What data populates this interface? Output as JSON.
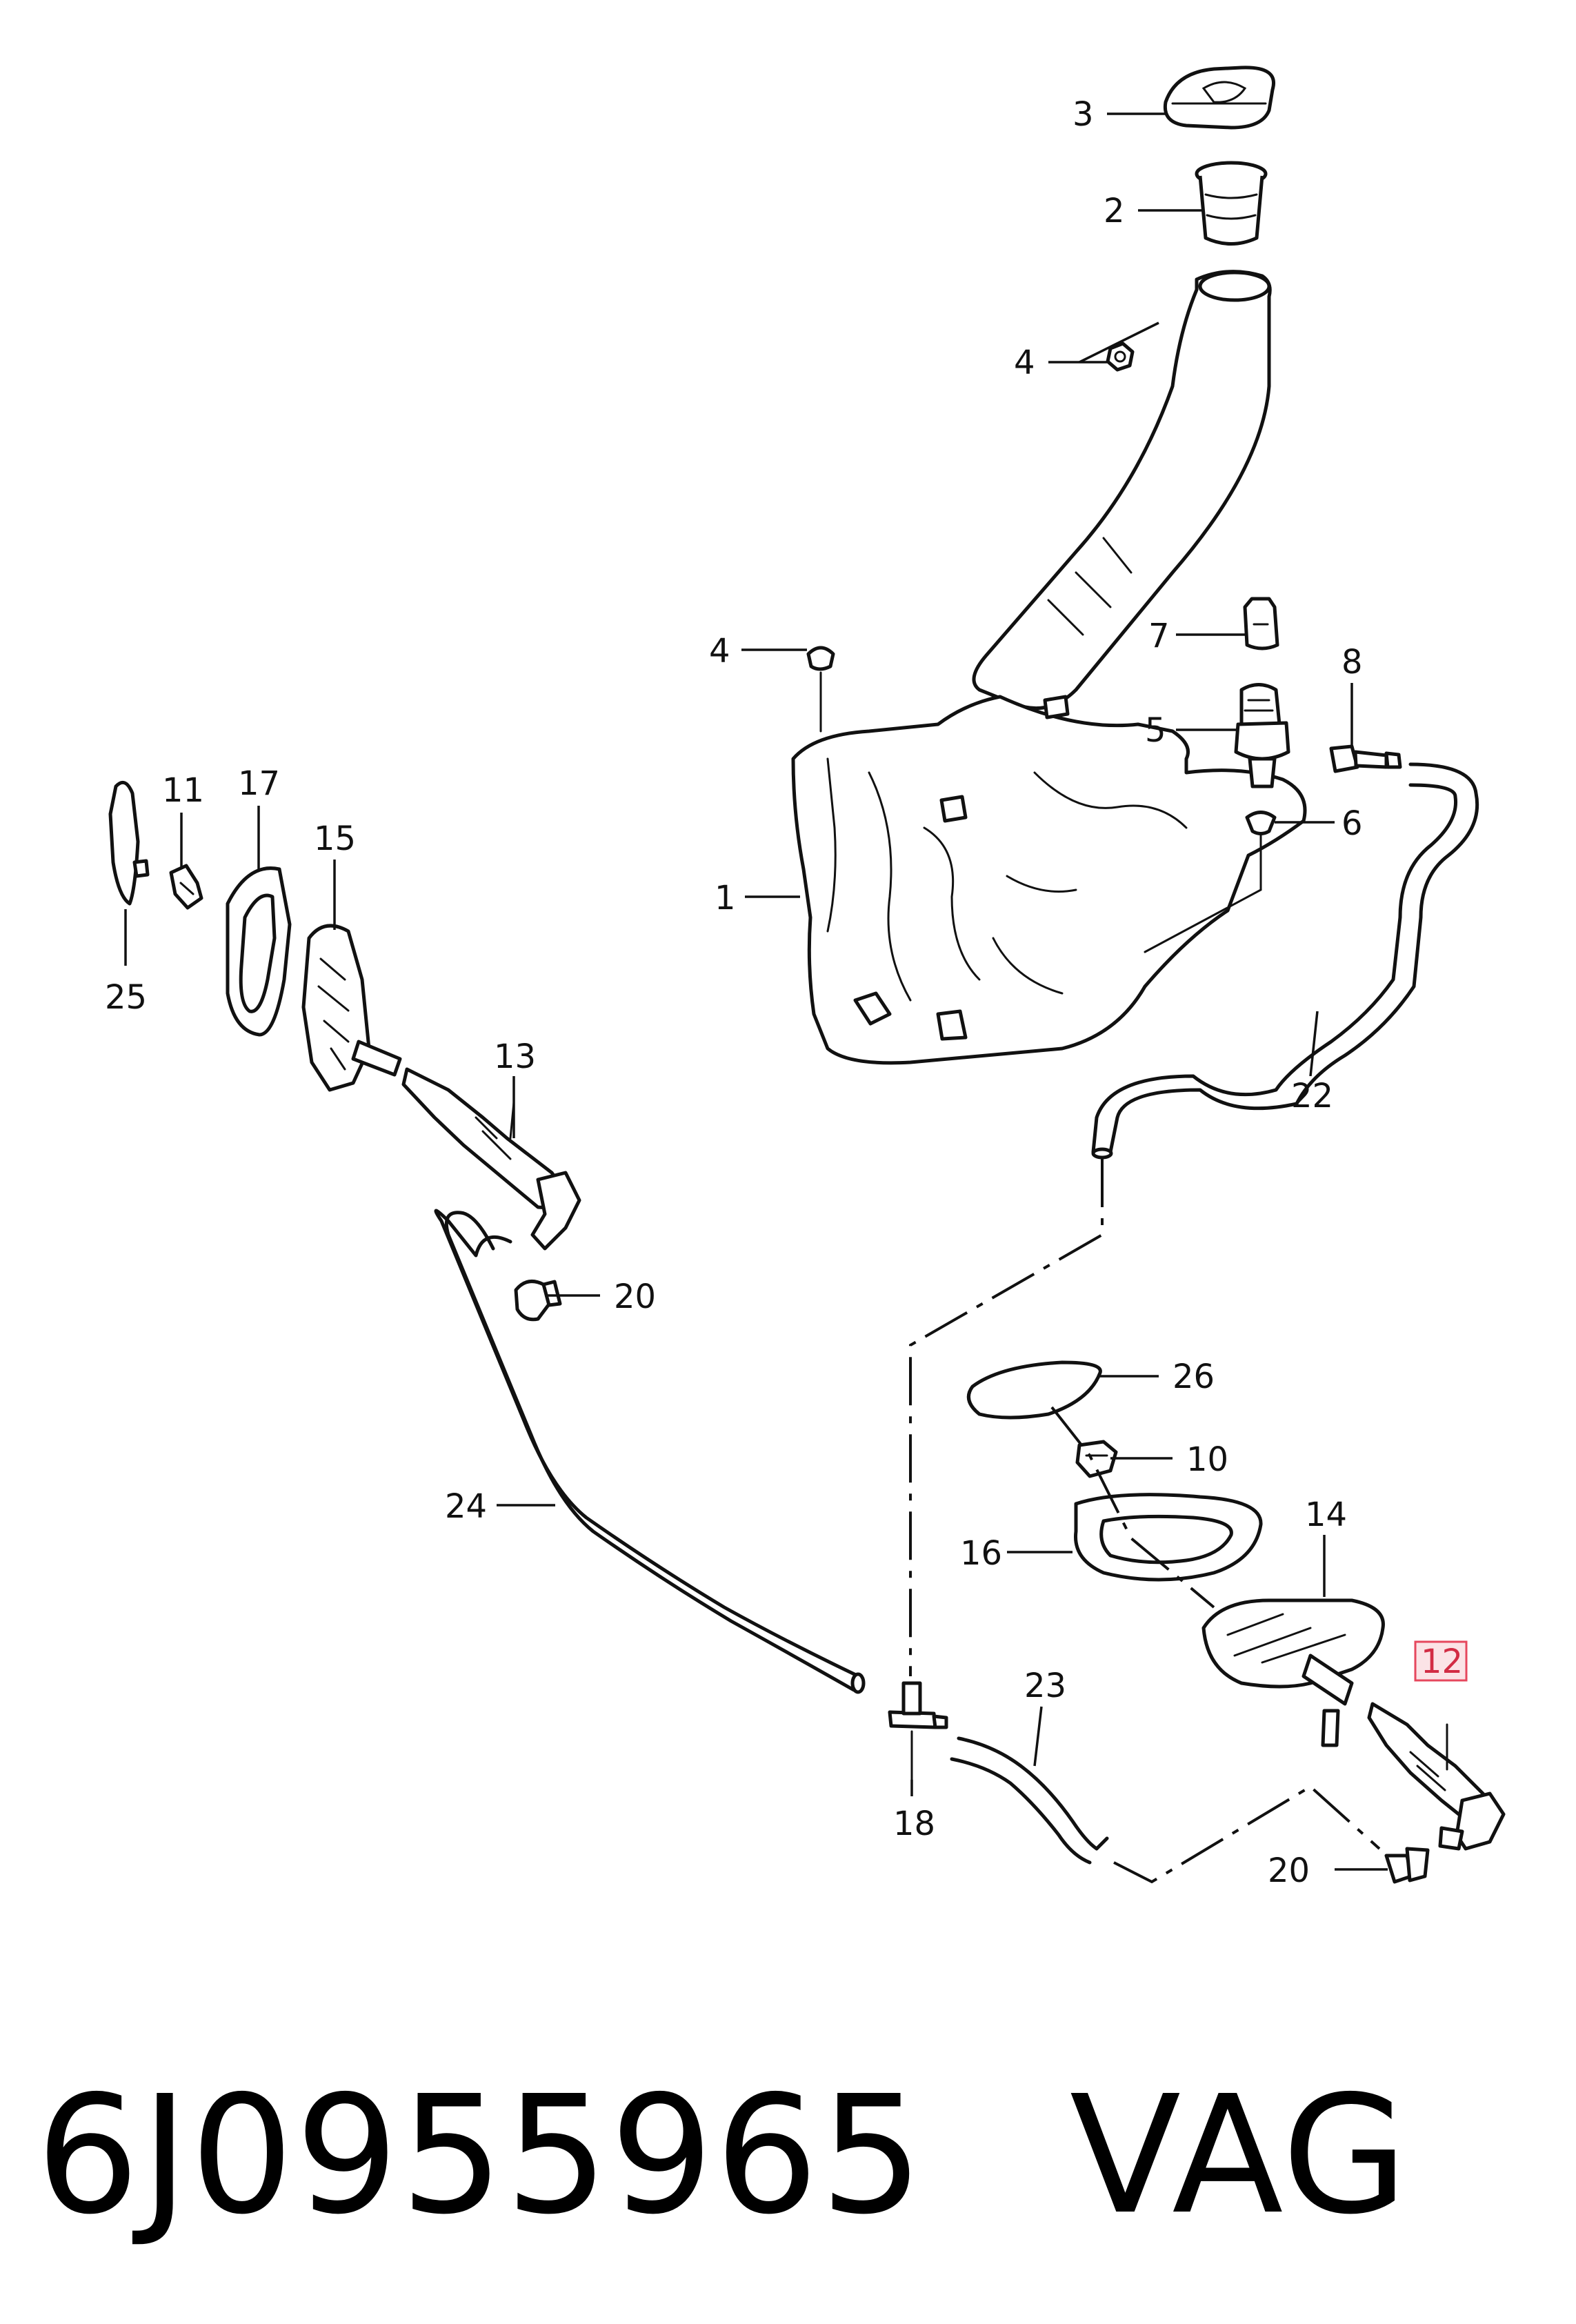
{
  "callouts": {
    "c1": "1",
    "c2": "2",
    "c3": "3",
    "c4a": "4",
    "c4b": "4",
    "c5": "5",
    "c6": "6",
    "c7": "7",
    "c8": "8",
    "c10": "10",
    "c11": "11",
    "c12": "12",
    "c13": "13",
    "c14": "14",
    "c15": "15",
    "c16": "16",
    "c17": "17",
    "c18": "18",
    "c20a": "20",
    "c20b": "20",
    "c22": "22",
    "c23": "23",
    "c24": "24",
    "c25": "25",
    "c26": "26"
  },
  "highlighted_part": "12",
  "highlight_color": "#e6475d",
  "footer": {
    "part_number": "6J0955965",
    "brand": "VAG"
  }
}
